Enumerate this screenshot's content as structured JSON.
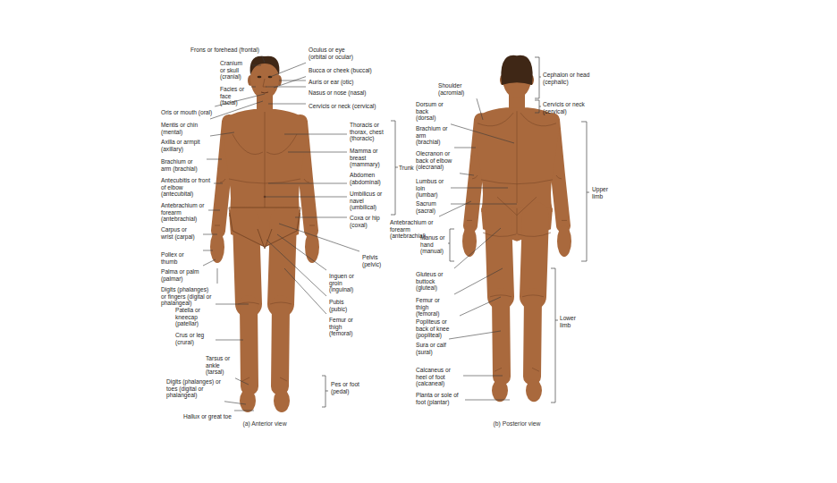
{
  "diagram": {
    "labels": [
      "Frons or forehead (frontal)",
      "Cranium or skull (cranial)",
      "Facies or face (facial)",
      "Oris or mouth (oral)",
      "Mentis or chin (mental)",
      "Axilla or armpit (axillary)",
      "Brachium or arm (brachial)",
      "Antecubitis or front of elbow (antecubital)",
      "Antebrachium or forearm (antebrachial)",
      "Carpus or wrist (carpal)",
      "Pollex or thumb",
      "Palma or palm (palmar)",
      "Digits (phalanges) or fingers (digital or phalangeal)",
      "Patella or kneecap (patellar)",
      "Crus or leg (crural)",
      "Tarsus or ankle (tarsal)",
      "Digits (phalanges) or toes (digital or phalangeal)",
      "Hallux or great toe",
      "Oculus or eye (orbital or ocular)",
      "Bucca or cheek (buccal)",
      "Auris or ear (otic)",
      "Nasus or nose (nasal)",
      "Cervicis or neck (cervical)",
      "Thoracis or thorax, chest (thoracic)",
      "Mamma or breast (mammary)",
      "Abdomen (abdominal)",
      "Umbilicus or navel (umbilical)",
      "Coxa or hip (coxal)",
      "Pelvis (pelvic)",
      "Inguen or groin (inguinal)",
      "Pubis (pubic)",
      "Femur or thigh (femoral)",
      "Trunk",
      "Pes or foot (pedal)",
      "(a) Anterior view",
      "Cephalon or head (cephalic)",
      "Cervicis or neck (cervical)",
      "Shoulder (acromial)",
      "Dorsum or back (dorsal)",
      "Brachium or arm (brachial)",
      "Olecranon or back of elbow (olecranal)",
      "Lumbus or loin (lumbar)",
      "Sacrum (sacral)",
      "Antebrachium or forearm (antebrachial)",
      "Manus or hand (manual)",
      "Upper limb",
      "Gluteus or buttock (gluteal)",
      "Femur or thigh (femoral)",
      "Popliteus or back of knee (popliteal)",
      "Sura or calf (sural)",
      "Calcaneus or heel of foot (calcaneal)",
      "Planta or sole of foot (plantar)",
      "Lower limb",
      "(b) Posterior view"
    ]
  }
}
